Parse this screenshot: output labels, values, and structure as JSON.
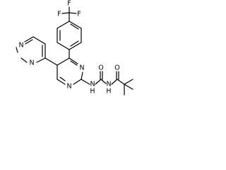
{
  "molecule": {
    "labels": {
      "f_top": "F",
      "f_left": "F",
      "f_right": "F",
      "n_pyrimidine_top": "N",
      "n_pyrimidine_bottom": "N",
      "n_core_right": "N",
      "n_core_bottom": "N",
      "nh_left": "N",
      "nh_left_h": "H",
      "nh_right": "N",
      "nh_right_h": "H",
      "o_urea": "O",
      "o_amide": "O"
    }
  }
}
